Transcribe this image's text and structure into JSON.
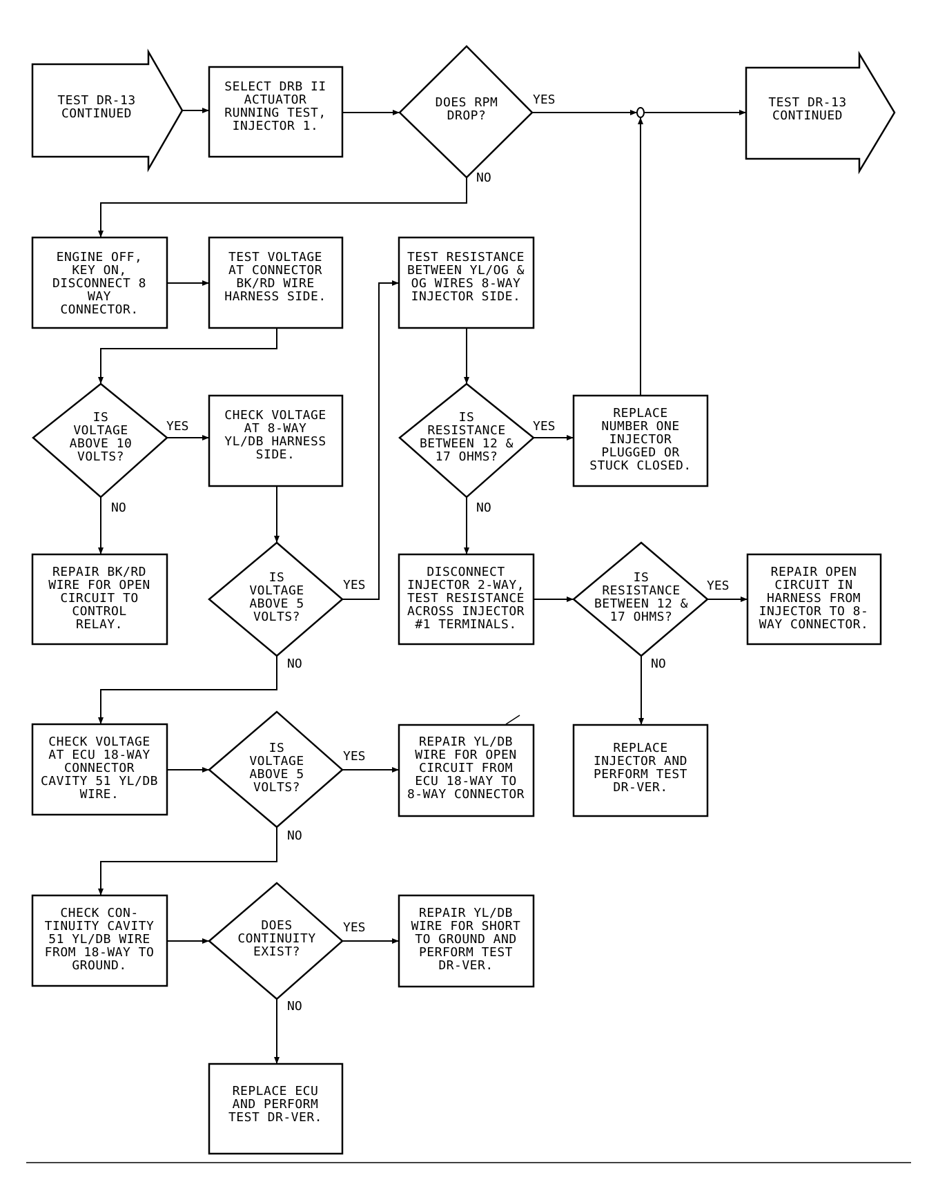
{
  "nodes": {
    "start_arrow": {
      "lines": [
        "TEST DR-13",
        "CONTINUED"
      ]
    },
    "end_arrow": {
      "lines": [
        "TEST DR-13",
        "CONTINUED"
      ]
    },
    "select_drb": {
      "lines": [
        "SELECT DRB II",
        "ACTUATOR",
        "RUNNING TEST,",
        "INJECTOR 1."
      ]
    },
    "rpm_drop": {
      "lines": [
        "DOES RPM",
        "DROP?"
      ]
    },
    "engine_off": {
      "lines": [
        "ENGINE OFF,",
        "KEY ON,",
        "DISCONNECT 8",
        "WAY",
        "CONNECTOR."
      ]
    },
    "test_voltage": {
      "lines": [
        "TEST VOLTAGE",
        "AT CONNECTOR",
        "BK/RD WIRE",
        "HARNESS SIDE."
      ]
    },
    "test_res_8way": {
      "lines": [
        "TEST RESISTANCE",
        "BETWEEN YL/OG &",
        "OG WIRES 8-WAY",
        "INJECTOR SIDE."
      ]
    },
    "volt_10": {
      "lines": [
        "IS",
        "VOLTAGE",
        "ABOVE 10",
        "VOLTS?"
      ]
    },
    "check_8way": {
      "lines": [
        "CHECK VOLTAGE",
        "AT 8-WAY",
        "YL/DB HARNESS",
        "SIDE."
      ]
    },
    "res_12_17_a": {
      "lines": [
        "IS",
        "RESISTANCE",
        "BETWEEN 12 &",
        "17 OHMS?"
      ]
    },
    "replace_inj1": {
      "lines": [
        "REPLACE",
        "NUMBER ONE",
        "INJECTOR",
        "PLUGGED OR",
        "STUCK CLOSED."
      ]
    },
    "repair_bkrd": {
      "lines": [
        "REPAIR BK/RD",
        "WIRE FOR OPEN",
        "CIRCUIT TO",
        "CONTROL",
        "RELAY."
      ]
    },
    "volt_5_a": {
      "lines": [
        "IS",
        "VOLTAGE",
        "ABOVE 5",
        "VOLTS?"
      ]
    },
    "disconnect_inj": {
      "lines": [
        "DISCONNECT",
        "INJECTOR 2-WAY,",
        "TEST RESISTANCE",
        "ACROSS INJECTOR",
        "#1 TERMINALS."
      ]
    },
    "res_12_17_b": {
      "lines": [
        "IS",
        "RESISTANCE",
        "BETWEEN 12 &",
        "17 OHMS?"
      ]
    },
    "repair_harness": {
      "lines": [
        "REPAIR OPEN",
        "CIRCUIT IN",
        "HARNESS FROM",
        "INJECTOR TO 8-",
        "WAY CONNECTOR."
      ]
    },
    "check_ecu": {
      "lines": [
        "CHECK VOLTAGE",
        "AT ECU 18-WAY",
        "CONNECTOR",
        "CAVITY 51 YL/DB",
        "WIRE."
      ]
    },
    "volt_5_b": {
      "lines": [
        "IS",
        "VOLTAGE",
        "ABOVE 5",
        "VOLTS?"
      ]
    },
    "repair_yldb_open": {
      "lines": [
        "REPAIR YL/DB",
        "WIRE FOR OPEN",
        "CIRCUIT FROM",
        "ECU 18-WAY TO",
        "8-WAY CONNECTOR"
      ]
    },
    "replace_injector": {
      "lines": [
        "REPLACE",
        "INJECTOR AND",
        "PERFORM TEST",
        "DR-VER."
      ]
    },
    "check_continuity": {
      "lines": [
        "CHECK CON-",
        "TINUITY CAVITY",
        "51 YL/DB WIRE",
        "FROM 18-WAY TO",
        "GROUND."
      ]
    },
    "continuity_exist": {
      "lines": [
        "DOES",
        "CONTINUITY",
        "EXIST?"
      ]
    },
    "repair_yldb_short": {
      "lines": [
        "REPAIR YL/DB",
        "WIRE FOR SHORT",
        "TO GROUND AND",
        "PERFORM TEST",
        "DR-VER."
      ]
    },
    "replace_ecu": {
      "lines": [
        "REPLACE ECU",
        "AND PERFORM",
        "TEST DR-VER."
      ]
    }
  },
  "edge_labels": {
    "yes": "YES",
    "no": "NO"
  }
}
